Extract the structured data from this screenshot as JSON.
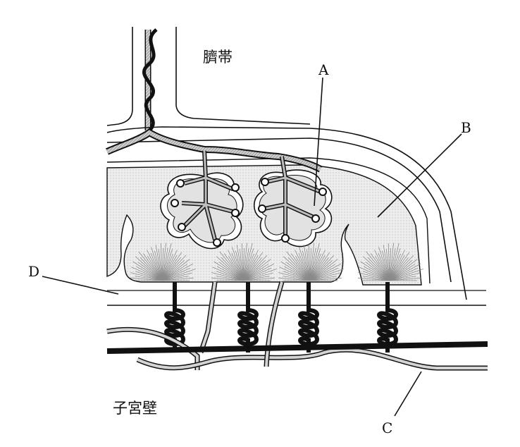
{
  "labels": {
    "umbilical_cord": "臍帯",
    "uterine_wall": "子宮壁",
    "a": "A",
    "b": "B",
    "c": "C",
    "d": "D"
  },
  "colors": {
    "line": "#111111",
    "placenta_fill": "#ececec",
    "vessel_fill": "#bdbdbd",
    "villus_fill": "#e2e2e2",
    "hair": "#8a8a8a"
  }
}
